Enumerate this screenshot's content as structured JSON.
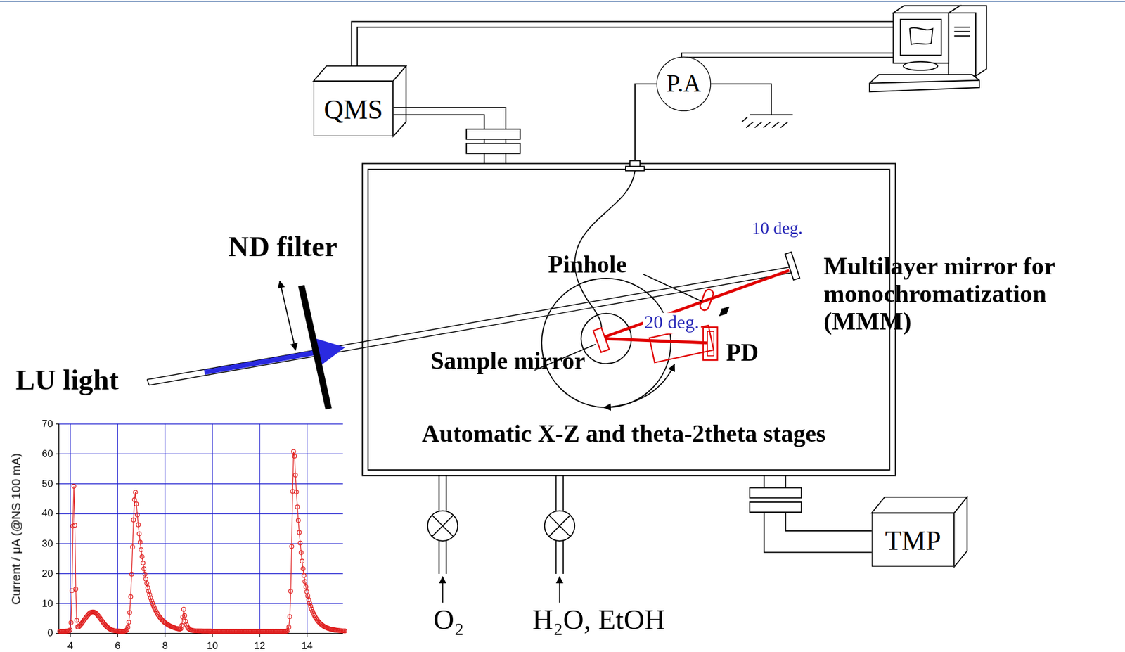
{
  "diagram": {
    "nodes": [
      {
        "text": [
          "QMS"
        ]
      },
      {
        "text": [
          "P.A"
        ]
      },
      {
        "text": [
          "TMP"
        ]
      }
    ],
    "labels": [
      "ND filter",
      "LU light",
      "Pinhole",
      "10 deg.",
      "Multilayer mirror for monochromatization (MMM)",
      "20 deg.",
      "Sample mirror",
      "PD",
      "Automatic X-Z and theta-2theta stages",
      "O₂",
      "H₂O, EtOH",
      "Current / μA (@NS 100 mA)",
      "0",
      "10",
      "20",
      "30",
      "40",
      "50",
      "60",
      "70",
      "4",
      "6",
      "8",
      "10",
      "12",
      "14"
    ]
  }
}
